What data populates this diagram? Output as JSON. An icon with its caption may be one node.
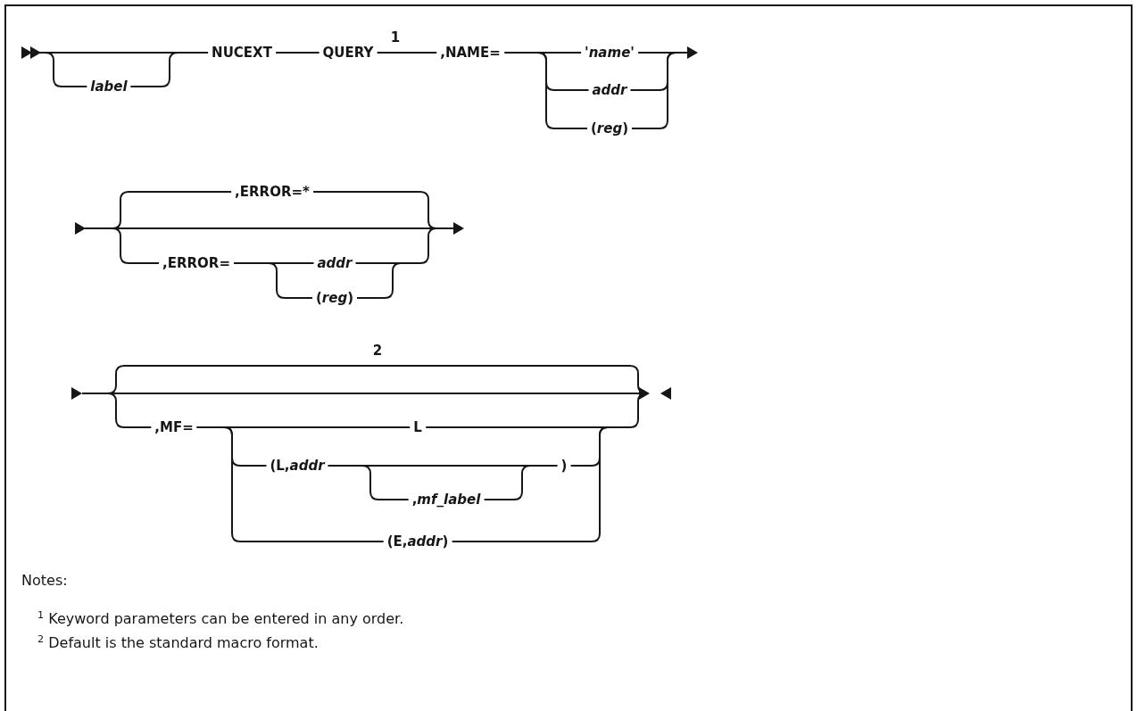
{
  "diagram": {
    "labels": [
      "label",
      "NUCEXT",
      "QUERY",
      "1",
      ",NAME=",
      "'*name*'",
      "addr",
      "(*reg*)",
      ",ERROR=*",
      ",ERROR=",
      "addr",
      "(*reg*)",
      "2",
      ",MF=",
      "L",
      "(L,*addr*",
      ")",
      ",*mf_label*",
      "(E,*addr*)",
      "Notes:",
      "$^{1}$ Keyword parameters can be entered in any order.",
      "$^{2}$ Default is the standard macro format."
    ]
  }
}
